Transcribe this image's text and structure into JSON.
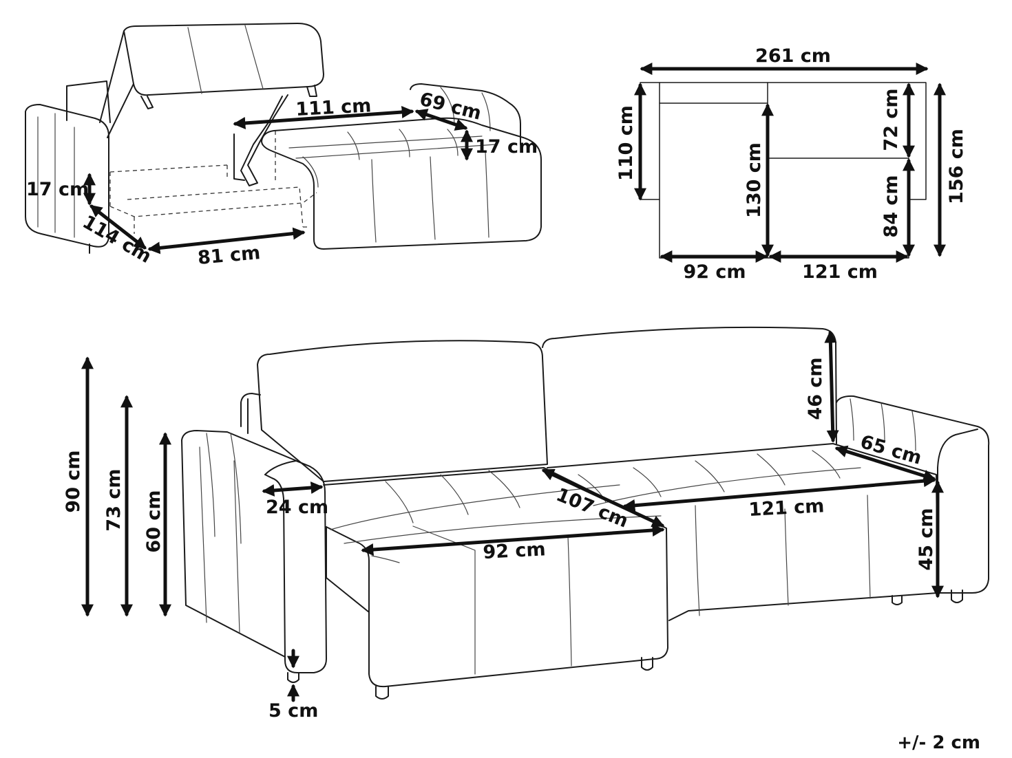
{
  "storage_view": {
    "dims": {
      "armrest_depth": "17 cm",
      "box_width": "114 cm",
      "box_length": "81 cm",
      "chaise_length": "111 cm",
      "chaise_width": "69 cm",
      "chaise_storage_depth": "17 cm"
    }
  },
  "top_view": {
    "dims": {
      "total_width": "261 cm",
      "seat_depth": "110 cm",
      "left_section_depth": "130 cm",
      "right_back_depth": "72 cm",
      "right_front_depth": "84 cm",
      "total_depth": "156 cm",
      "left_width": "92 cm",
      "right_width": "121 cm"
    }
  },
  "front_view": {
    "dims": {
      "total_height": "90 cm",
      "back_height": "73 cm",
      "armrest_height": "60 cm",
      "armrest_width": "24 cm",
      "seat_depth": "107 cm",
      "seat_width_left": "92 cm",
      "seat_width_right": "121 cm",
      "cushion_height": "46 cm",
      "chaise_seat_depth": "65 cm",
      "seat_height": "45 cm",
      "leg_height": "5 cm"
    }
  },
  "tolerance_note": "+/- 2 cm"
}
